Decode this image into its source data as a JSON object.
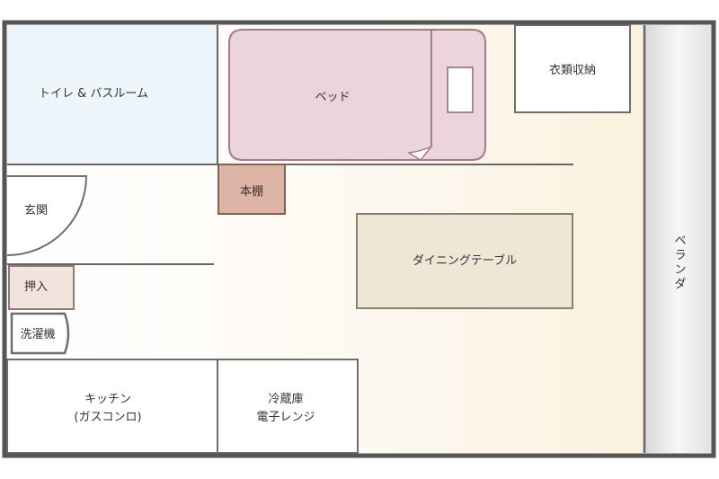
{
  "colors": {
    "wall": "#555555",
    "divider": "#666666",
    "bath": "#eef6fb",
    "bed": "#ebd4dc",
    "bed_stroke": "#a77a8b",
    "bookshelf": "#ddb4a6",
    "bookshelf_stroke": "#7f6157",
    "table": "#efe7d6",
    "table_stroke": "#8a7f70",
    "box_fill": "#ffffff",
    "box_stroke": "#6e6e6e",
    "veranda": "#f2f2f2",
    "floor_warm": "#fbf2e2",
    "oshiire": "#f2e4dc"
  },
  "rooms": {
    "bath": "トイレ & バスルーム",
    "bed": "ベッド",
    "closet": "衣類収納",
    "bookshelf": "本棚",
    "entrance": "玄関",
    "dining_table": "ダイニングテーブル",
    "oshiire": "押入",
    "washer": "洗濯機",
    "kitchen_line1": "キッチン",
    "kitchen_line2": "(ガスコンロ)",
    "fridge_line1": "冷蔵庫",
    "fridge_line2": "電子レンジ",
    "veranda_chars": [
      "ベ",
      "ラ",
      "ン",
      "ダ"
    ]
  }
}
